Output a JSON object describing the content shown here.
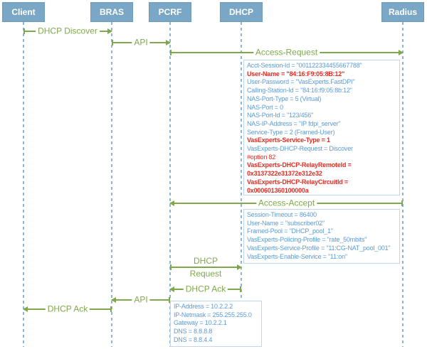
{
  "colors": {
    "arrow_green": "#7fa84d",
    "actor_fill": "#79a7c5",
    "lifeline_blue": "#8fb4d8",
    "box_border_blue": "#bdd7ee",
    "attr_text_blue": "#5b9bd5",
    "attr_text_red": "#e52b22"
  },
  "actors": [
    {
      "label": "Client"
    },
    {
      "label": "BRAS"
    },
    {
      "label": "PCRF"
    },
    {
      "label": "DHCP"
    },
    {
      "label": "Radius"
    }
  ],
  "messages": [
    {
      "label": "DHCP Discover"
    },
    {
      "label": "API"
    },
    {
      "label": "Access-Request"
    },
    {
      "label": "Access-Accept"
    },
    {
      "label_line1": "DHCP",
      "label_line2": "Request"
    },
    {
      "label": "DHCP Ack"
    },
    {
      "label": "API"
    },
    {
      "label": "DHCP Ack"
    }
  ],
  "boxes": {
    "access_request": {
      "lines": [
        {
          "text": "Acct-Session-Id = \"001122334455667788\"",
          "style": "blue"
        },
        {
          "text": "User-Name = \"84:16:F9:05:8B:12\"",
          "style": "red-bold"
        },
        {
          "text": "User-Password = \"VasExperts.FastDPI\"",
          "style": "blue"
        },
        {
          "text": "Calling-Station-Id = \"84:16:f9:05:8b:12\"",
          "style": "blue"
        },
        {
          "text": "NAS-Port-Type = 5 (Virtual)",
          "style": "blue"
        },
        {
          "text": "NAS-Port = 0",
          "style": "blue"
        },
        {
          "text": "NAS-Port-Id = \"123/456\"",
          "style": "blue"
        },
        {
          "text": "NAS-IP-Address = \"IP fdpi_server\"",
          "style": "blue"
        },
        {
          "text": "Service-Type = 2 (Framed-User)",
          "style": "blue"
        },
        {
          "text": "VasExperts-Service-Type = 1",
          "style": "red-bold"
        },
        {
          "text": "VasExperts-DHCP-Request = Discover",
          "style": "blue"
        },
        {
          "text": "#option 82",
          "style": "red"
        },
        {
          "text": "VasExperts-DHCP-RelayRemoteId =",
          "style": "red-bold"
        },
        {
          "text": "0x3137322e31372e312e32",
          "style": "red-bold"
        },
        {
          "text": "VasExperts-DHCP-RelayCircuitId =",
          "style": "red-bold"
        },
        {
          "text": "0x000601360100000a",
          "style": "red-bold"
        }
      ]
    },
    "access_accept": {
      "lines": [
        {
          "text": "Session-Timeout = 86400",
          "style": "blue"
        },
        {
          "text": "User-Name = \"subscriber02\"",
          "style": "blue"
        },
        {
          "text": "Framed-Pool = \"DHCP_pool_1\"",
          "style": "blue"
        },
        {
          "text": "VasExperts-Policing-Profile = \"rate_50mbits\"",
          "style": "blue"
        },
        {
          "text": "VasExperts-Service-Profile = \"11:CG-NAT_pool_001\"",
          "style": "blue"
        },
        {
          "text": "VasExperts-Enable-Service = \"11:on\"",
          "style": "blue"
        }
      ]
    },
    "dhcp_ack": {
      "lines": [
        {
          "text": "IP-Address = 10.2.2.2",
          "style": "blue"
        },
        {
          "text": "IP-Netmask = 255.255.255.0",
          "style": "blue"
        },
        {
          "text": "Gateway = 10.2.2.1",
          "style": "blue"
        },
        {
          "text": "DNS = 8.8.8.8",
          "style": "blue"
        },
        {
          "text": "DNS = 8.8.4.4",
          "style": "blue"
        }
      ]
    }
  }
}
